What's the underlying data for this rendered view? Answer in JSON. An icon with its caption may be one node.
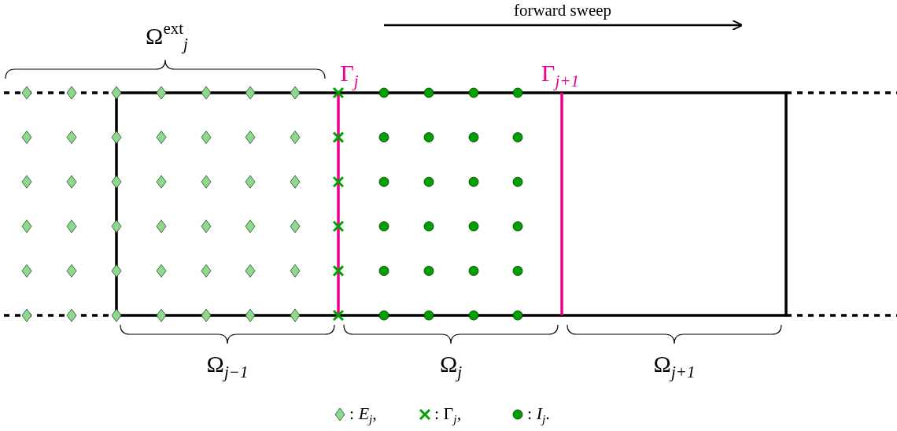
{
  "diagram": {
    "labels": [
      "forward sweep",
      "Ω$^{ext}$$_{j}$",
      "Γ$_{j}$",
      "Γ$_{j+1}$",
      "Ω$_{j−1}$",
      "Ω$_{j}$",
      "Ω$_{j+1}$"
    ],
    "legend": [
      {
        "text": ": *E*$_{j}$,"
      },
      {
        "text": ": Γ$_{j}$,"
      },
      {
        "text": ": *I*$_{j}$."
      }
    ]
  }
}
